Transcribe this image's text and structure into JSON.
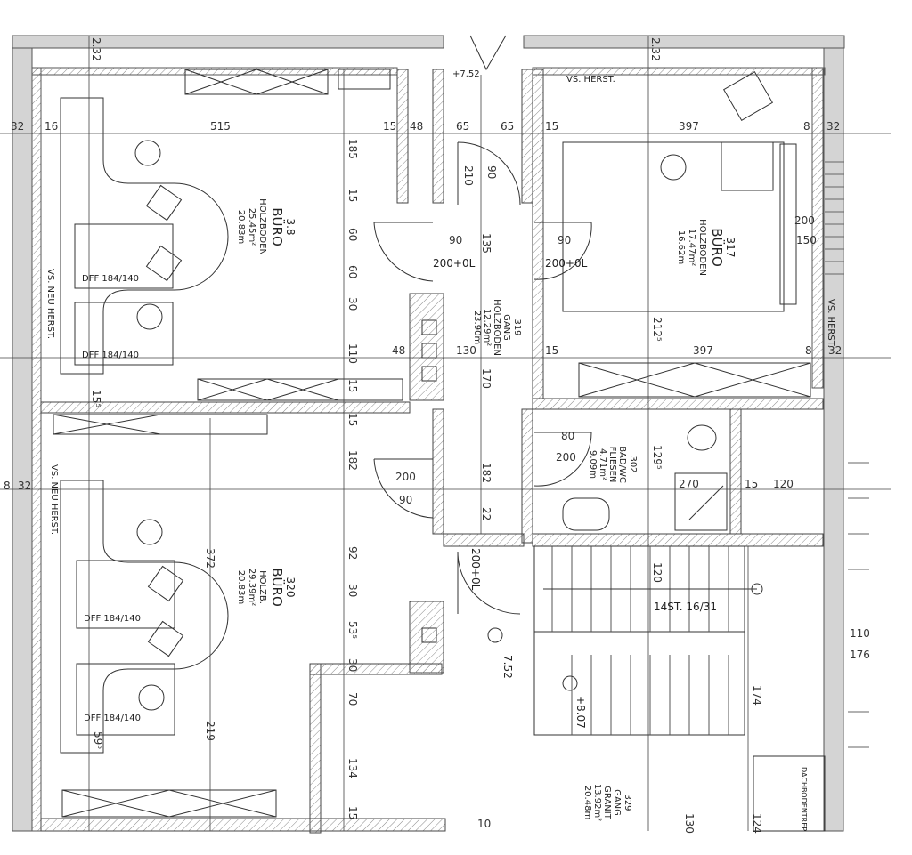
{
  "colors": {
    "wall": "#cfcfcf",
    "line": "#333333",
    "hatch": "#888888"
  },
  "rooms": {
    "r318": {
      "number": "3.8",
      "name": "BÜRO",
      "floor": "HOLZBODEN",
      "area": "25.45m²",
      "perim": "20.83m"
    },
    "r317": {
      "number": "317",
      "name": "BÜRO",
      "floor": "HOLZBODEN",
      "area": "17.47m²",
      "perim": "16.62m"
    },
    "r319": {
      "number": "319",
      "name": "GANG",
      "floor": "HOLZBODEN",
      "area": "12.29m²",
      "perim": "23.90m"
    },
    "r320": {
      "number": "320",
      "name": "BÜRO",
      "floor": "HOLZB.",
      "area": "29.39m²",
      "perim": "20.83m"
    },
    "r302": {
      "number": "302",
      "name": "BAD/WC",
      "floor": "FLIESEN",
      "area": "4.71m²",
      "perim": "9.09m"
    },
    "r329": {
      "number": "329",
      "name": "GANG",
      "floor": "GRANIT",
      "area": "13.92m²",
      "perim": "20.48m"
    }
  },
  "desks": [
    "DFF 184/140",
    "DFF 184/140",
    "DFF 184/140",
    "DFF 184/140"
  ],
  "notes": {
    "vs_herst_top": "VS. HERST.",
    "vs_herst_right": "VS. HERST.",
    "vs_neu_herst_1": "VS. NEU HERST.",
    "vs_neu_herst_2": "VS. NEU HERST.",
    "stairs": "14ST. 16/31",
    "level_1": "+7.52",
    "level_2": "+8.07",
    "level_3": "7.52",
    "dachboden": "DACHBODENTREP.",
    "door_1": "200+0L",
    "door_2": "200+0L",
    "door_3": "200+0L"
  },
  "dims": {
    "d515": "515",
    "d397a": "397",
    "d397b": "397",
    "d32a": "32",
    "d32b": "32",
    "d32c": "32",
    "d16": "16",
    "d15a": "15",
    "d48a": "48",
    "d65a": "65",
    "d65b": "65",
    "d15b": "15",
    "d8a": "8",
    "d185": "185",
    "d210": "210",
    "d90a": "90",
    "d90b": "90",
    "d135": "135",
    "d90c": "90",
    "d200a": "200",
    "d150": "150",
    "d60a": "60",
    "d60b": "60",
    "d30a": "30",
    "d110a": "110",
    "d48b": "48",
    "d130": "130",
    "d15c": "15",
    "d8b": "8",
    "d212": "212⁵",
    "d170": "170",
    "d15d": "15",
    "d80": "80",
    "d200b": "200",
    "d129": "129⁵",
    "d270": "270",
    "d15e": "15",
    "d120a": "120",
    "d200c": "200",
    "d90d": "90",
    "d182a": "182",
    "d182b": "182",
    "d22": "22",
    "d372": "372",
    "d92": "92",
    "d30b": "30",
    "d53": "53⁵",
    "d30c": "30",
    "d70": "70",
    "d134": "134",
    "d219": "219",
    "d120b": "120",
    "d174": "174",
    "d110b": "110",
    "d176": "176",
    "d130b": "130",
    "d124": "124",
    "d10": "10",
    "d59": "59⁵",
    "d8c": "8",
    "d32d": "32",
    "d232": "2.32",
    "d232b": "2.32",
    "d15f": "15",
    "d15g": "15",
    "d15h": "15",
    "d155": "15⁵"
  }
}
